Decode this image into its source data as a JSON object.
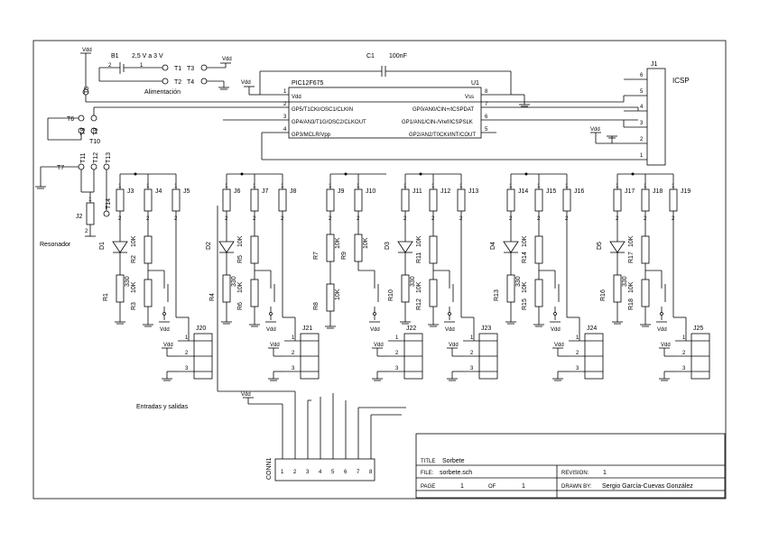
{
  "supply": {
    "vdd": "Vdd",
    "battery_ref": "B1",
    "battery_value": "2,5 V a 3 V",
    "battery_pin2": "2",
    "battery_pin1": "1",
    "power_label": "Alimentación",
    "tp1": "T1",
    "tp2": "T2",
    "tp3": "T3",
    "tp4": "T4"
  },
  "capacitor": {
    "ref": "C1",
    "value": "100nF"
  },
  "mcu": {
    "ref": "U1",
    "part": "PIC12F675",
    "left_pins": [
      {
        "num": "1",
        "name": "Vdd"
      },
      {
        "num": "2",
        "name": "GP5/T1CKI/OSC1/CLKIN"
      },
      {
        "num": "3",
        "name": "GP4/AN3/T1G/OSC2/CLKOUT"
      },
      {
        "num": "4",
        "name": "GP3/MCLR/Vpp"
      }
    ],
    "right_pins": [
      {
        "num": "8",
        "name": "Vss"
      },
      {
        "num": "7",
        "name": "GP0/AN0/CIN+/ICSPDAT"
      },
      {
        "num": "6",
        "name": "GP1/AN1/CIN-/Vref/ICSPSLK"
      },
      {
        "num": "5",
        "name": "GP2/AN2/T0CKI/INT/COUT"
      }
    ]
  },
  "icsp": {
    "ref": "J1",
    "label": "ICSP",
    "pins": [
      "6",
      "5",
      "4",
      "3",
      "2",
      "1"
    ],
    "vdd": "Vdd"
  },
  "testpoints": {
    "t5": "T5",
    "t6": "T6",
    "t7": "T7",
    "t8": "T8",
    "t9": "T9",
    "t10": "T10",
    "t11": "T11",
    "t12": "T12",
    "t13": "T13",
    "t14": "T14"
  },
  "resonator": {
    "jumper": "J2",
    "label": "Resonador",
    "pin1": "1",
    "pin2": "2"
  },
  "channels": [
    {
      "j1": "J3",
      "j2": "J4",
      "j3": "J5",
      "led": "D1",
      "rs": "R2",
      "rs_val": "10K",
      "rl": "R1",
      "rl_val": "330",
      "rp": "R3",
      "rp_val": "10K",
      "out": "J20",
      "vdd": "Vdd"
    },
    {
      "j1": "J6",
      "j2": "J7",
      "j3": "J8",
      "led": "D2",
      "rs": "R5",
      "rs_val": "10K",
      "rl": "R4",
      "rl_val": "330",
      "rp": "R6",
      "rp_val": "10K",
      "out": "J21",
      "vdd": "Vdd"
    },
    {
      "j1": "J9",
      "j2": "J10",
      "j3": "",
      "led": "",
      "rs": "R7",
      "rs_val": "10K",
      "rl": "R8",
      "rl_val": "10K",
      "rp": "R9",
      "rp_val": "10K",
      "out": "J22",
      "vdd": "Vdd"
    },
    {
      "j1": "J11",
      "j2": "J12",
      "j3": "J13",
      "led": "D3",
      "rs": "R11",
      "rs_val": "10K",
      "rl": "R10",
      "rl_val": "330",
      "rp": "R12",
      "rp_val": "10K",
      "out": "J23",
      "vdd": "Vdd"
    },
    {
      "j1": "J14",
      "j2": "J15",
      "j3": "J16",
      "led": "D4",
      "rs": "R14",
      "rs_val": "10K",
      "rl": "R13",
      "rl_val": "330",
      "rp": "R15",
      "rp_val": "10K",
      "out": "J24",
      "vdd": "Vdd"
    },
    {
      "j1": "J17",
      "j2": "J18",
      "j3": "J19",
      "led": "D5",
      "rs": "R17",
      "rs_val": "10K",
      "rl": "R16",
      "rl_val": "330",
      "rp": "R18",
      "rp_val": "10K",
      "out": "J25",
      "vdd": "Vdd"
    }
  ],
  "jumper_pins": {
    "p1": "1",
    "p2": "2"
  },
  "out_pins": [
    "1",
    "2",
    "3"
  ],
  "io_label": "Entradas y salidas",
  "conn": {
    "ref": "CONN1",
    "vdd": "Vdd",
    "pins": [
      "1",
      "2",
      "3",
      "4",
      "5",
      "6",
      "7",
      "8"
    ]
  },
  "title_block": {
    "title_label": "TITLE",
    "title": "Sorbete",
    "file_label": "FILE:",
    "file": "sorbete.sch",
    "revision_label": "REVISION:",
    "revision": "1",
    "page_label": "PAGE",
    "page": "1",
    "of_label": "OF",
    "of": "1",
    "drawn_label": "DRAWN BY:",
    "drawn_by": "Sergio García-Cuevas González"
  }
}
